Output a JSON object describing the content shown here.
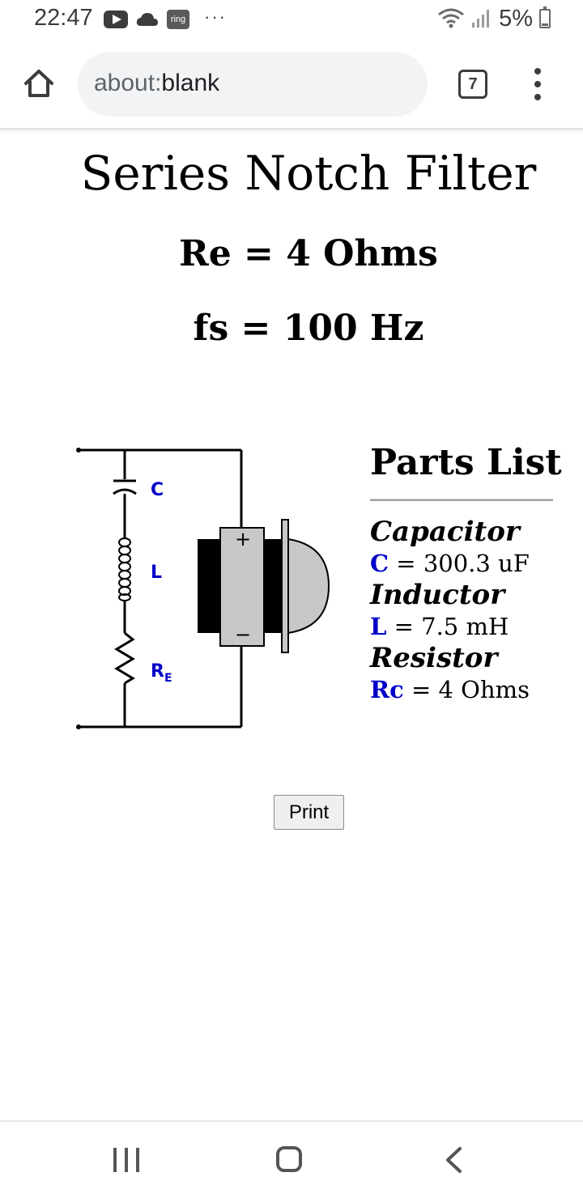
{
  "status_bar": {
    "time": "22:47",
    "ring_label": "ring",
    "more_dots": "···",
    "battery": "5%"
  },
  "browser": {
    "url": "about:blank",
    "url_prefix": "about:",
    "url_suffix": "blank",
    "tab_count": "7"
  },
  "page": {
    "title": "Series Notch Filter",
    "re_line": "Re = 4 Ohms",
    "fs_line": "fs = 100 Hz",
    "schematic": {
      "label_c": "C",
      "label_l": "L",
      "label_r": "R",
      "label_r_sub": "E",
      "plus": "+",
      "minus": "−"
    },
    "parts_list": {
      "title": "Parts List",
      "items": [
        {
          "name": "Capacitor",
          "symbol": "C",
          "value": " = 300.3 uF"
        },
        {
          "name": "Inductor",
          "symbol": "L",
          "value": " = 7.5 mH"
        },
        {
          "name": "Resistor",
          "symbol": "Rc",
          "value": " = 4 Ohms"
        }
      ]
    },
    "print_label": "Print"
  },
  "colors": {
    "symbol_blue": "#0000c8",
    "url_bg": "#f1f3f4"
  }
}
